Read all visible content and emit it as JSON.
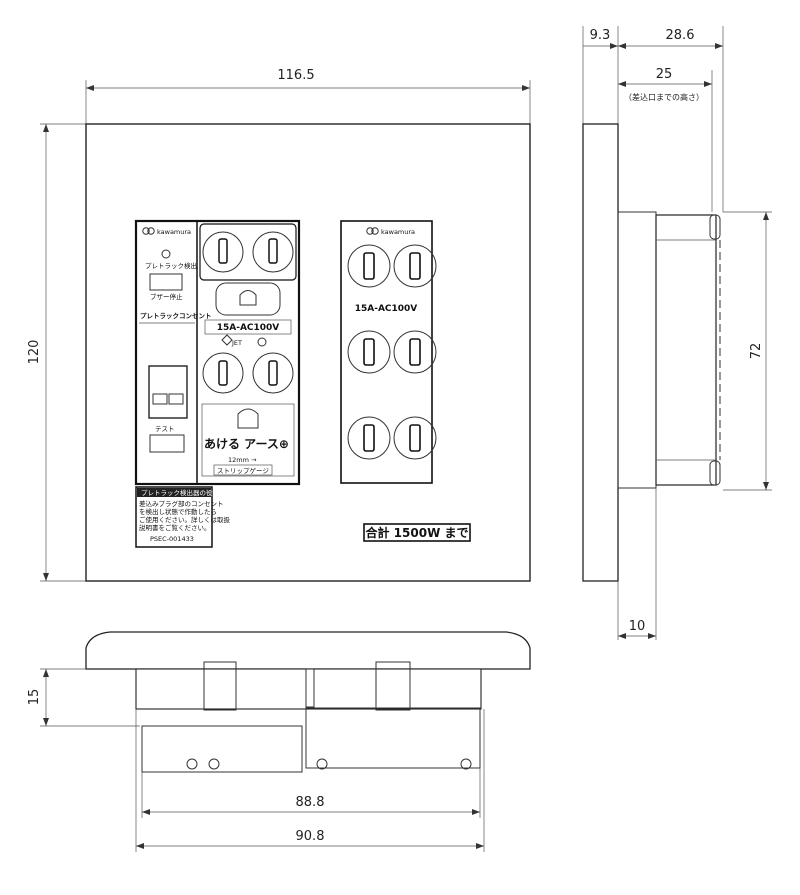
{
  "dimensions": {
    "front_width": "116.5",
    "front_height": "120",
    "side_depth_plate": "9.3",
    "side_depth_total": "28.6",
    "side_insert_depth": "25",
    "side_insert_note": "（差込口までの高さ）",
    "side_body_height": "72",
    "side_bottom": "10",
    "bottom_height": "15",
    "bottom_inner_width": "88.8",
    "bottom_outer_width": "90.8"
  },
  "brand": "kawamura",
  "left_module": {
    "lamp_label": "プレトラック検出",
    "buzzer_label": "ブザー停止",
    "outlet_label": "プレトラックコンセント",
    "test_label": "テスト",
    "notice_title": "プレトラック検出器の役割",
    "notice_lines": [
      "差込みプラグ部のコンセント",
      "を検出し状態で作動したら",
      "ご使用ください。詳しくは取扱",
      "説明書をご覧ください。"
    ],
    "notice_code": "PSEC-001433"
  },
  "center_outlet": {
    "rating": "15A-AC100V",
    "pse_mark": "JET",
    "earth_label": "あける アース⊕",
    "strip_label": "12mm →",
    "strip_gauge": "ストリップゲージ"
  },
  "right_outlet": {
    "rating": "15A-AC100V"
  },
  "total_label": "合計 1500W まで",
  "colors": {
    "line": "#333333",
    "background": "#ffffff"
  }
}
